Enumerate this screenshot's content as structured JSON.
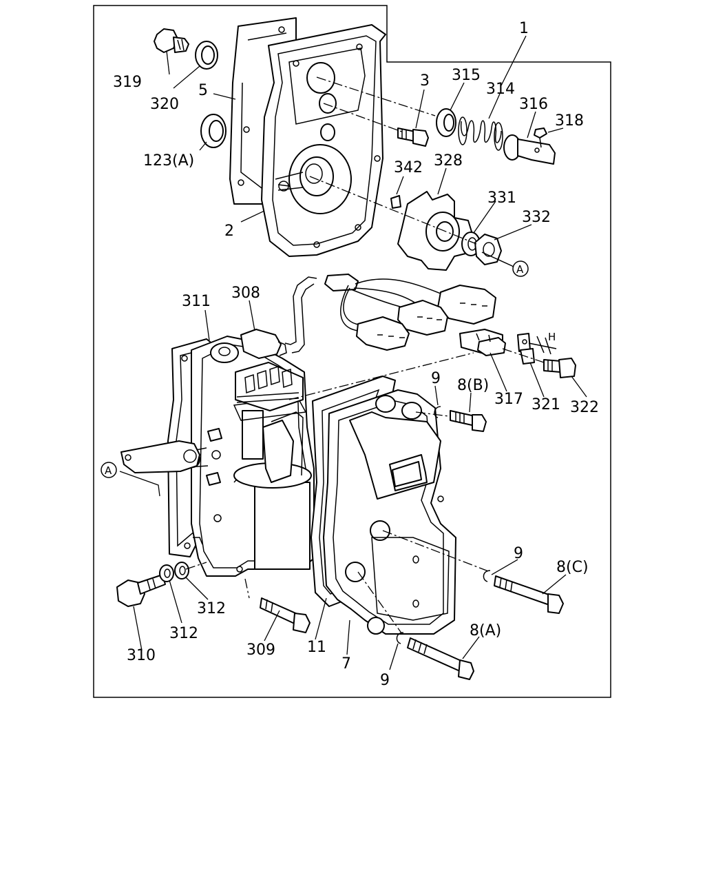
{
  "diagram": {
    "callouts": {
      "c1": "1",
      "c2": "2",
      "c3": "3",
      "c5": "5",
      "c7": "7",
      "c8a": "8(A)",
      "c8b": "8(B)",
      "c8c": "8(C)",
      "c9a": "9",
      "c9b": "9",
      "c9c": "9",
      "c11": "11",
      "c123a": "123(A)",
      "c308": "308",
      "c309": "309",
      "c310": "310",
      "c311": "311",
      "c312a": "312",
      "c312b": "312",
      "c314": "314",
      "c315": "315",
      "c316": "316",
      "c317": "317",
      "c318": "318",
      "c319": "319",
      "c320": "320",
      "c321": "321",
      "c322": "322",
      "c328": "328",
      "c331": "331",
      "c332": "332",
      "c342": "342"
    },
    "reference_markers": {
      "marker_a1": "A",
      "marker_a2": "A"
    },
    "dimension_h": "H"
  }
}
